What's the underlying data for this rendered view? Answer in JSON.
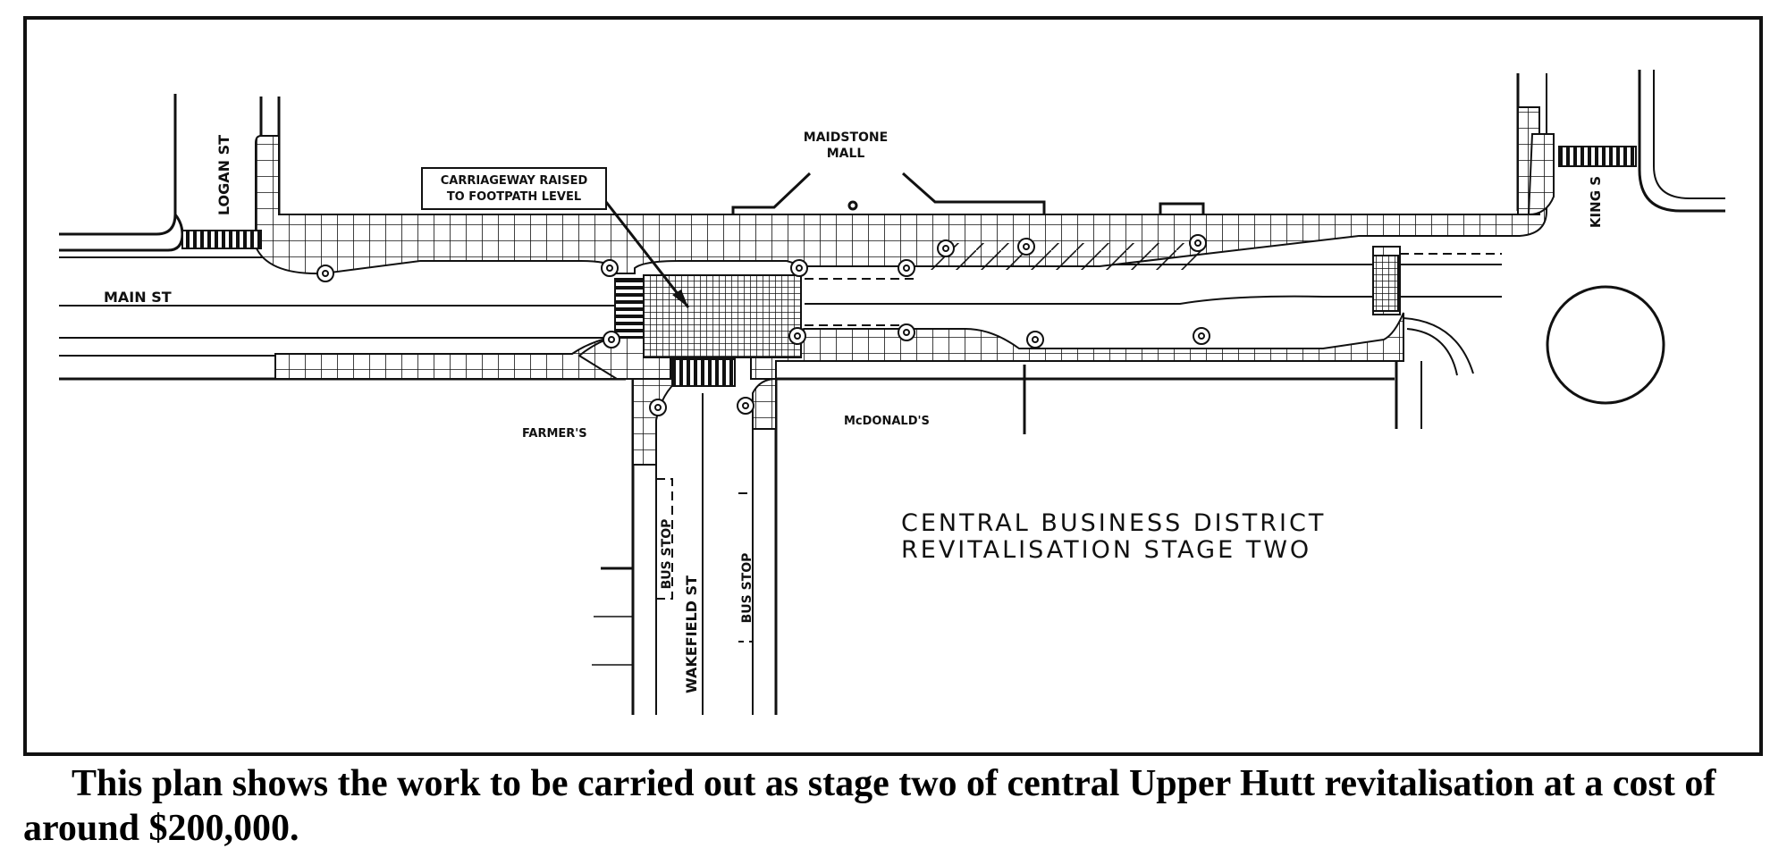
{
  "plan": {
    "title_line1": "CENTRAL BUSINESS DISTRICT",
    "title_line2": "REVITALISATION STAGE TWO",
    "labels": {
      "logan_st": "LOGAN ST",
      "main_st": "MAIN ST",
      "maidstone_line1": "MAIDSTONE",
      "maidstone_line2": "MALL",
      "king_st": "KING S",
      "farmers": "FARMER'S",
      "mcdonalds": "McDONALD'S",
      "wakefield_st": "WAKEFIELD ST",
      "bus_stop_left": "BUS STOP",
      "bus_stop_right": "BUS STOP"
    },
    "callout": {
      "line1": "CARRIAGEWAY RAISED",
      "line2": "TO FOOTPATH LEVEL"
    }
  },
  "caption": "This plan shows the work to be carried out as stage two of central Upper Hutt revitalisation at a cost of around $200,000."
}
